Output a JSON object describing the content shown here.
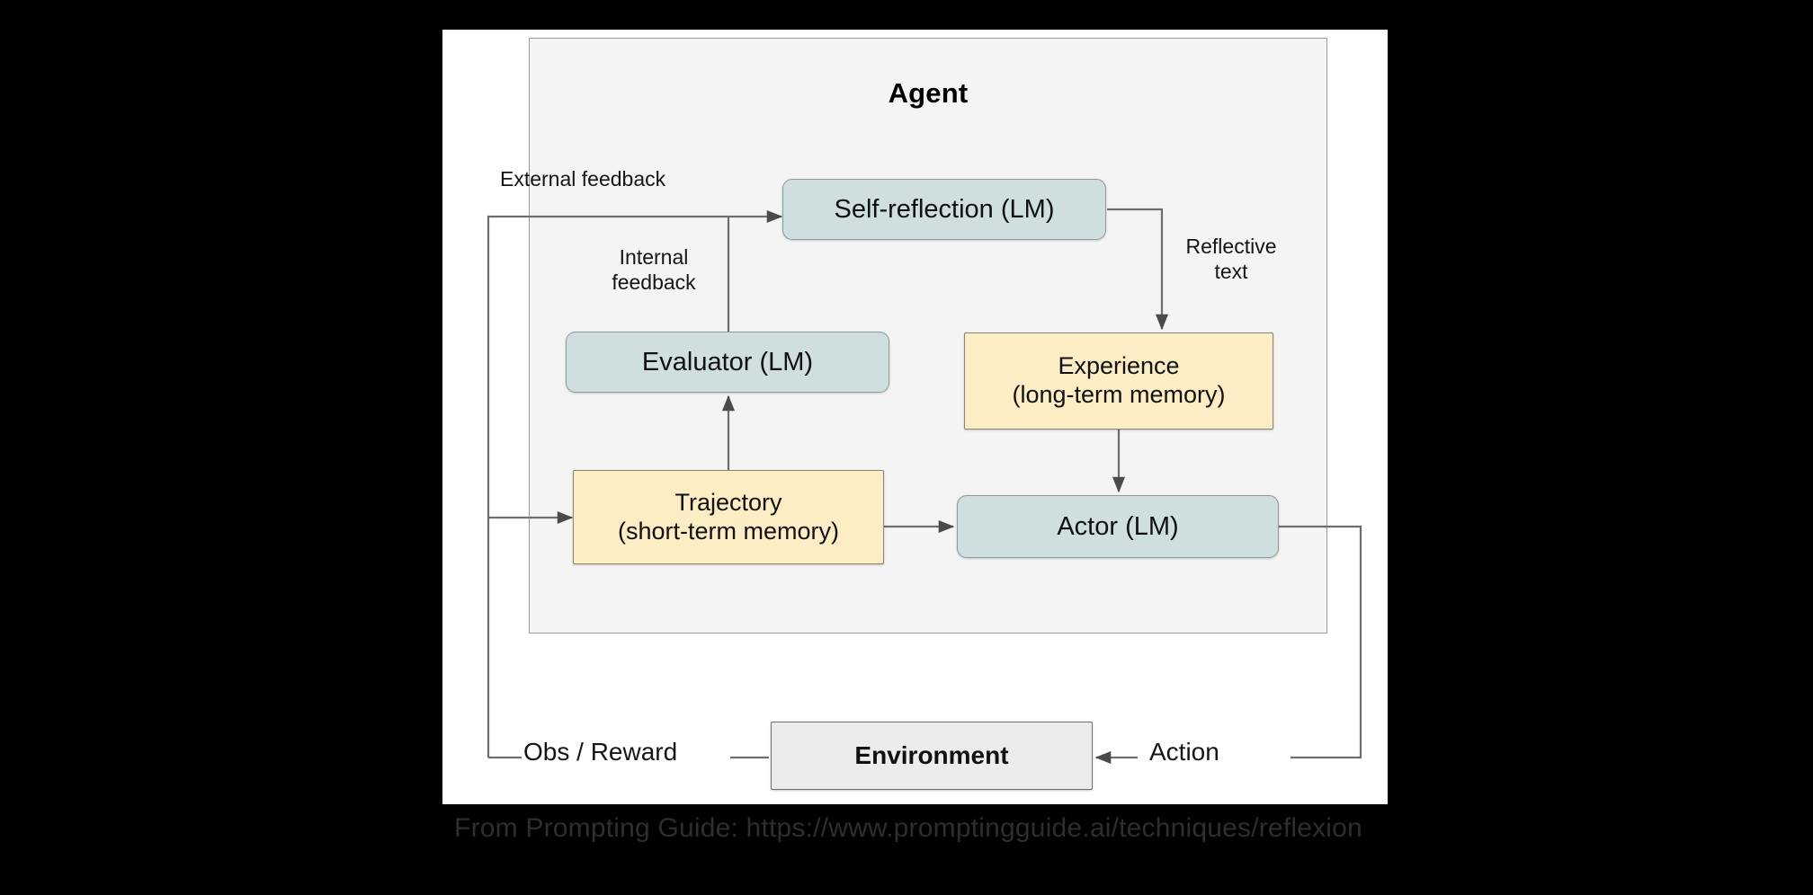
{
  "canvas": {
    "background_color": "#000000",
    "card_background_color": "#ffffff"
  },
  "agent": {
    "title": "Agent",
    "container_fill": "#f4f4f4",
    "container_border": "#9a9a9a"
  },
  "nodes": {
    "self_reflection": {
      "label": "Self-reflection (LM)",
      "kind": "lm",
      "fill": "#cfdfe0"
    },
    "evaluator": {
      "label": "Evaluator (LM)",
      "kind": "lm",
      "fill": "#cfdfe0"
    },
    "actor": {
      "label": "Actor (LM)",
      "kind": "lm",
      "fill": "#cfdfe0"
    },
    "experience": {
      "line1": "Experience",
      "line2": "(long-term memory)",
      "kind": "memory",
      "fill": "#fdedc4"
    },
    "trajectory": {
      "line1": "Trajectory",
      "line2": "(short-term memory)",
      "kind": "memory",
      "fill": "#fdedc4"
    },
    "environment": {
      "label": "Environment",
      "kind": "environment",
      "fill": "#ececec"
    }
  },
  "edge_labels": {
    "external_feedback": "External feedback",
    "internal_feedback": "Internal\nfeedback",
    "reflective_text": "Reflective\ntext",
    "obs_reward": "Obs / Reward",
    "action": "Action"
  },
  "caption": {
    "text": "From Prompting Guide: https://www.promptingguide.ai/techniques/reflexion",
    "color": "#2e2e2e"
  },
  "edges": [
    {
      "from": "environment",
      "to": "self_reflection",
      "label": "External feedback"
    },
    {
      "from": "evaluator",
      "to": "self_reflection",
      "label": "Internal feedback"
    },
    {
      "from": "self_reflection",
      "to": "experience",
      "label": "Reflective text"
    },
    {
      "from": "experience",
      "to": "actor",
      "label": ""
    },
    {
      "from": "trajectory",
      "to": "evaluator",
      "label": ""
    },
    {
      "from": "trajectory",
      "to": "actor",
      "label": ""
    },
    {
      "from": "environment",
      "to": "trajectory",
      "label": "Obs / Reward"
    },
    {
      "from": "actor",
      "to": "environment",
      "label": "Action"
    }
  ]
}
